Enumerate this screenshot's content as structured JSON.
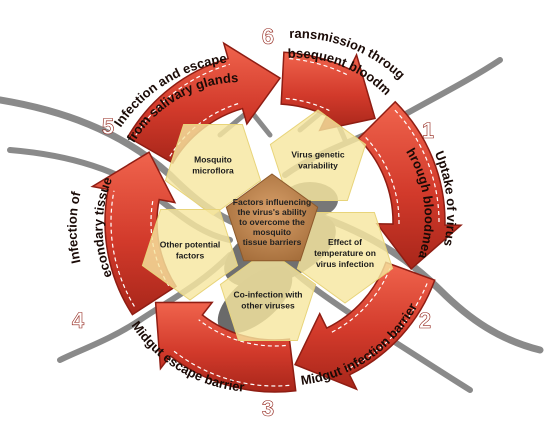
{
  "center": [
    "Factors influencing",
    "the virus's ability",
    "to overcome the",
    "mosquito",
    "tissue barriers"
  ],
  "factors": [
    {
      "id": "microflora",
      "lines": [
        "Mosquito",
        "microflora"
      ]
    },
    {
      "id": "genetic",
      "lines": [
        "Virus genetic",
        "variability"
      ]
    },
    {
      "id": "temperature",
      "lines": [
        "Effect of",
        "temperature on",
        "virus infection"
      ]
    },
    {
      "id": "coinfection",
      "lines": [
        "Co-infection with",
        "other viruses"
      ]
    },
    {
      "id": "other",
      "lines": [
        "Other potential",
        "factors"
      ]
    }
  ],
  "steps": [
    {
      "number": "1",
      "label_a": "Uptake of virus",
      "label_b": "through bloodmeal"
    },
    {
      "number": "2",
      "label_a": "Midgut infection barrier",
      "label_b": ""
    },
    {
      "number": "3",
      "label_a": "Midgut escape barrier",
      "label_b": ""
    },
    {
      "number": "4",
      "label_a": "Infection of",
      "label_b": "secondary tissues"
    },
    {
      "number": "5",
      "label_a": "Infection and escape",
      "label_b": "from salivary glands"
    },
    {
      "number": "6",
      "label_a": "Transmission through",
      "label_b": "subsequent bloodmeal"
    }
  ],
  "colors": {
    "arrow": "#d23a2b",
    "arrow_dark": "#8f1d13",
    "pentagon": "#f6e7a0",
    "center": "#b9814c",
    "mosquito": "#7d7d7d"
  }
}
